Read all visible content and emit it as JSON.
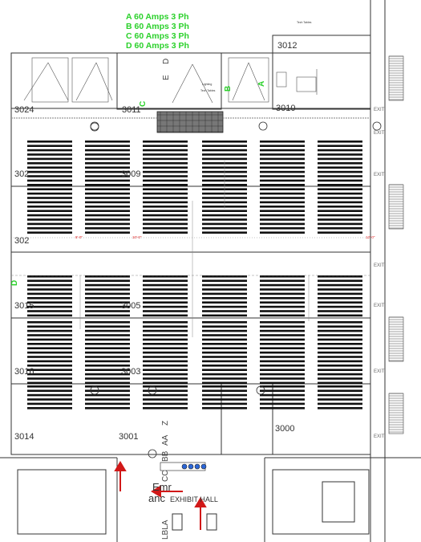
{
  "power_notes": [
    "A 60 Amps 3 Ph",
    "B 60 Amps 3 Ph",
    "C 60 Amps 3 Ph",
    "D 60 Amps 3 Ph"
  ],
  "power_plug_labels": {
    "a": "A",
    "b": "B",
    "c": "C",
    "d": "D"
  },
  "rooms": {
    "r3012": "3012",
    "r3011": "3011",
    "r3010": "3010",
    "r3024": "3024",
    "r302a": "302",
    "r302b": "302",
    "r3016": "3016",
    "r3014": "3014",
    "r3001": "3001",
    "r3000": "3000",
    "r3003": "3003",
    "r3005": "3005",
    "r3009": "3009",
    "r3015": "3015"
  },
  "column_labels": [
    "Z",
    "AA",
    "BB",
    "CC",
    "E",
    "D",
    "LBLA"
  ],
  "exit_label": "EXIT",
  "hall_label": "EXHIBIT HALL",
  "emr_label": "Emr",
  "anc_label": "anc",
  "table_note": "Tech Tables",
  "lighting_note": "Lighting",
  "dimension_notes": {
    "d1": "8'-0\"",
    "d2": "10'-0\"",
    "d3": "12'-0\""
  },
  "colors": {
    "power": "#2bd12b",
    "dimension": "#e02020",
    "arrow": "#d11818",
    "walls": "#333333",
    "seats": "#111111",
    "stage": "#555555",
    "entry_dots": "#2a66d8"
  }
}
